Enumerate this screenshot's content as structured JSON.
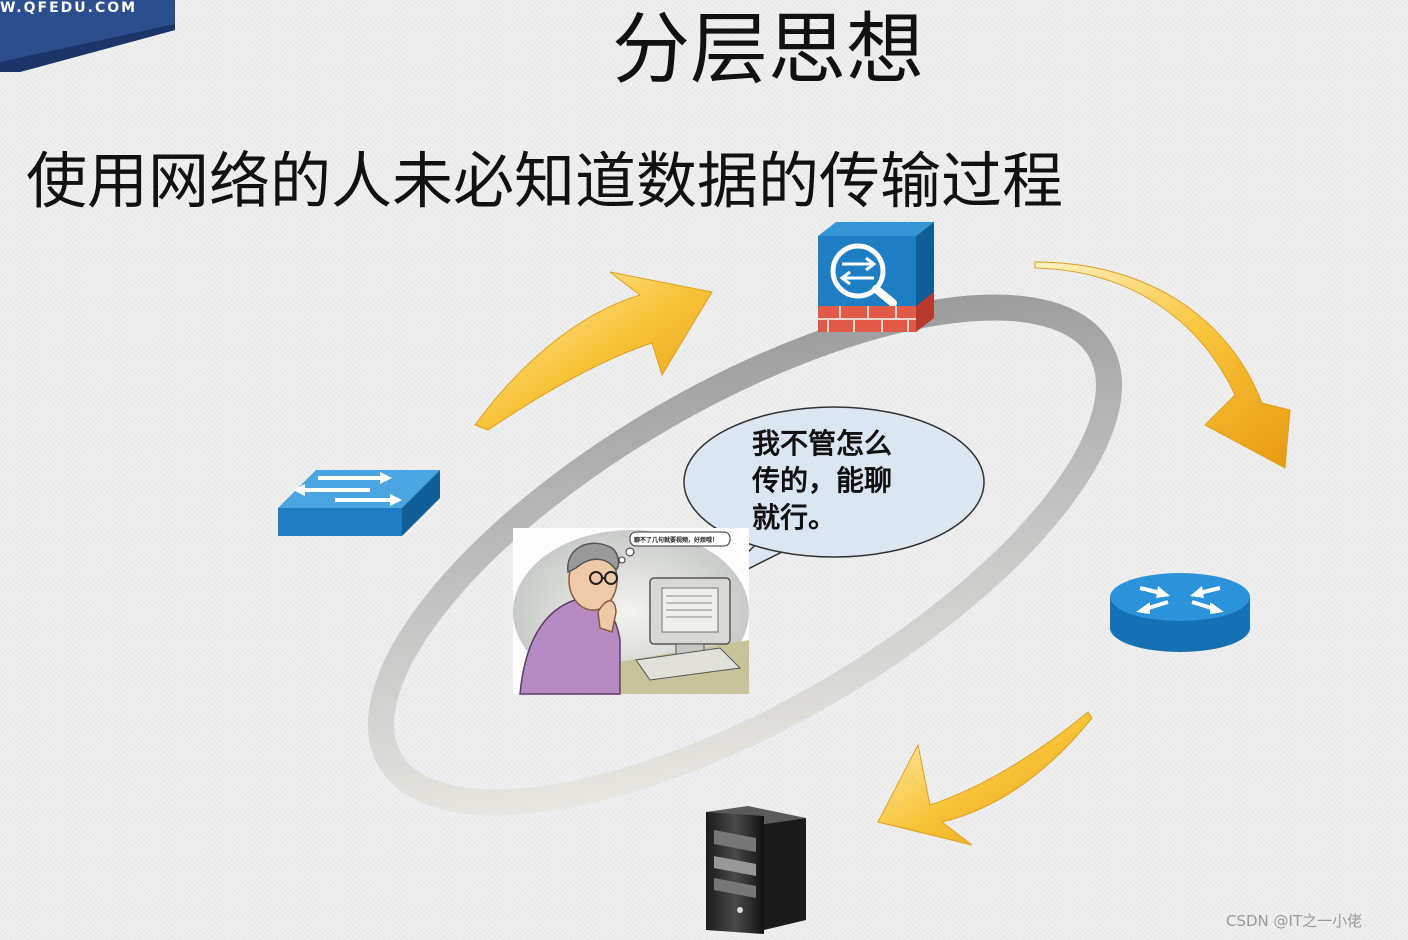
{
  "header": {
    "banner_text": "W.QFEDU.COM",
    "title": "分层思想",
    "subtitle": "使用网络的人未必知道数据的传输过程"
  },
  "illustration": {
    "bubble_text": "我不管怎么\n传的，能聊\n就行。",
    "mini_caption": "聊不了几句就要视频，好烦哦！"
  },
  "icons": [
    "firewall-icon",
    "switch-icon",
    "router-icon",
    "server-icon",
    "user-at-computer-icon"
  ],
  "colors": {
    "banner": "#2b4e8f",
    "device_blue": "#1d7ec4",
    "arrow_gold": "#f5b21f",
    "firewall_red": "#d94b3c"
  },
  "watermark": "CSDN @IT之一小佬"
}
